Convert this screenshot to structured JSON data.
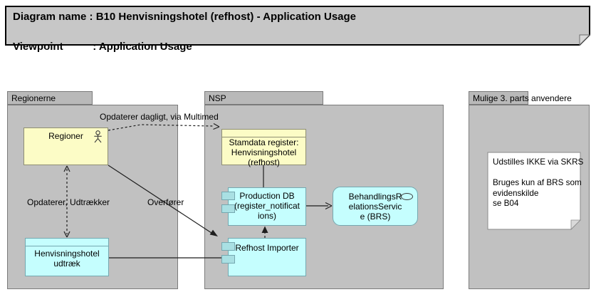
{
  "title_note": {
    "line1": "Diagram name : B10 Henvisningshotel (refhost) - Application Usage",
    "line2": "Viewpoint          : Application Usage"
  },
  "groups": {
    "regionerne": {
      "label": "Regionerne"
    },
    "nsp": {
      "label": "NSP"
    },
    "third_party": {
      "label": "Mulige 3. parts anvendere"
    }
  },
  "elements": {
    "regioner": {
      "label": "Regioner",
      "type": "business-actor"
    },
    "stamdata": {
      "label": "Stamdata register:\nHenvisningshotel\n(refhost)",
      "type": "data-object"
    },
    "henvisningshotel_udtraek": {
      "label": "Henvisningshotel\nudtræk",
      "type": "data-object"
    },
    "production_db": {
      "label": "Production DB\n(register_notificat\nions)",
      "type": "component"
    },
    "refhost_importer": {
      "label": "Refhost Importer",
      "type": "component"
    },
    "brs": {
      "label": "BehandlingsR\nelationsServic\ne (BRS)",
      "type": "application-service"
    }
  },
  "note": {
    "text": "Udstilles IKKE via SKRS\n\nBruges kun af BRS som\nevidenskilde\nse B04"
  },
  "connections": {
    "opdaterer_dagligt": {
      "label": "Opdaterer dagligt, via Multimed",
      "style": "dashed-open-arrow",
      "from": "Regioner",
      "to": "Stamdata register"
    },
    "opdaterer_udtraekker": {
      "label": "Opdaterer, Udtrækker",
      "style": "dashed-open-arrow-both-ends",
      "from": "Regioner",
      "to": "Henvisningshotel udtræk"
    },
    "overfoerer": {
      "label": "Overfører",
      "style": "solid-filled-arrow",
      "from": "Regioner",
      "to": "Refhost Importer"
    },
    "udtraek_to_refhost": {
      "label": "",
      "style": "solid-line",
      "from": "Henvisningshotel udtræk",
      "to": "Refhost Importer"
    },
    "stamdata_to_productiondb": {
      "label": "",
      "style": "solid-line",
      "from": "Stamdata register",
      "to": "Production DB"
    },
    "refhost_to_productiondb": {
      "label": "",
      "style": "dashed-filled-arrow",
      "from": "Refhost Importer",
      "to": "Production DB"
    },
    "productiondb_to_brs": {
      "label": "",
      "style": "solid-open-arrow",
      "from": "Production DB",
      "to": "BehandlingsRelationsService (BRS)"
    }
  },
  "colors": {
    "background": "#FFFFFF",
    "title_note_fill": "#C7C7C7",
    "group_fill": "#C1C1C1",
    "group_tab_fill": "#B9B9B9",
    "group_border": "#7B7B7B",
    "actor_fill": "#FCFCC6",
    "actor_border": "#8F8F73",
    "component_fill": "#C5FEFE",
    "component_port_fill": "#A9E0E3",
    "component_border": "#75A8B0",
    "note_fill": "#FFFFFF",
    "line_color": "#1E1E1E"
  }
}
